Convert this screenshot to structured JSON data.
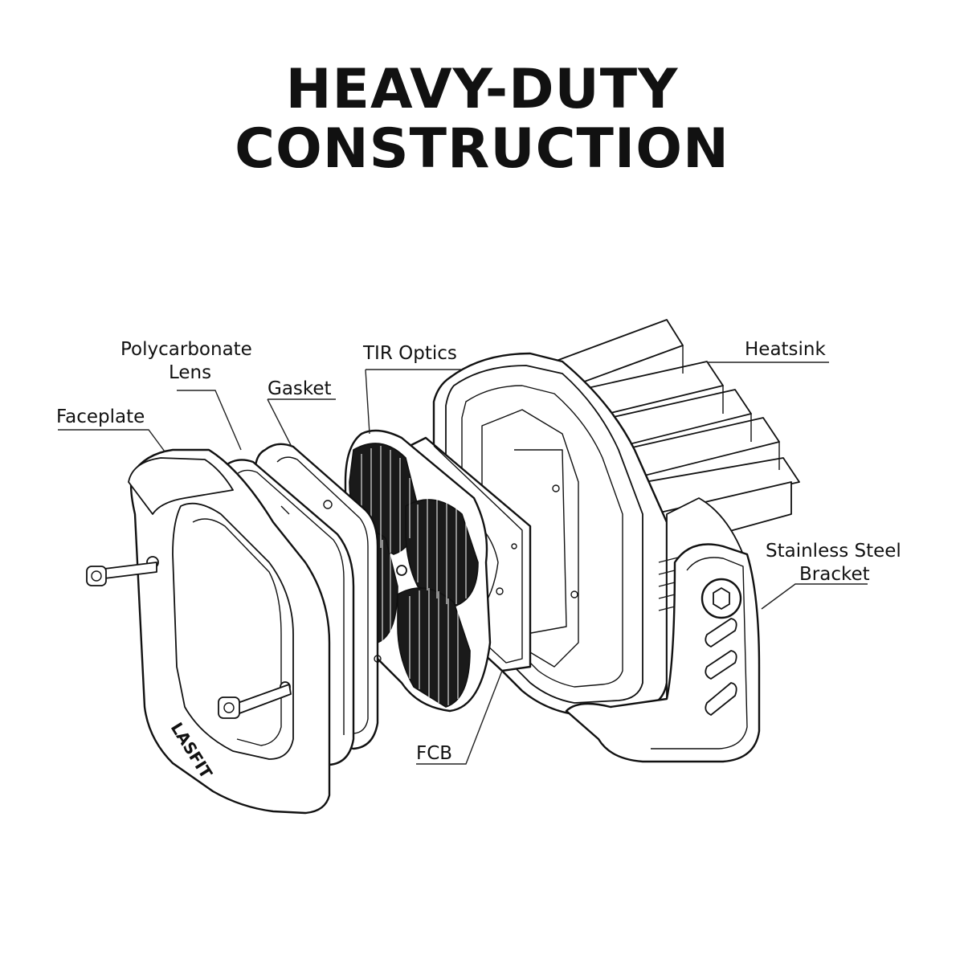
{
  "title": {
    "line1": "HEAVY-DUTY",
    "line2": "CONSTRUCTION"
  },
  "labels": {
    "polycarbonate_line1": "Polycarbonate",
    "polycarbonate_line2": "Lens",
    "tir_optics": "TIR Optics",
    "heatsink": "Heatsink",
    "gasket": "Gasket",
    "faceplate": "Faceplate",
    "stainless_line1": "Stainless Steel",
    "stainless_line2": "Bracket",
    "fcb": "FCB"
  },
  "faceplate_logo": "LASFIT"
}
